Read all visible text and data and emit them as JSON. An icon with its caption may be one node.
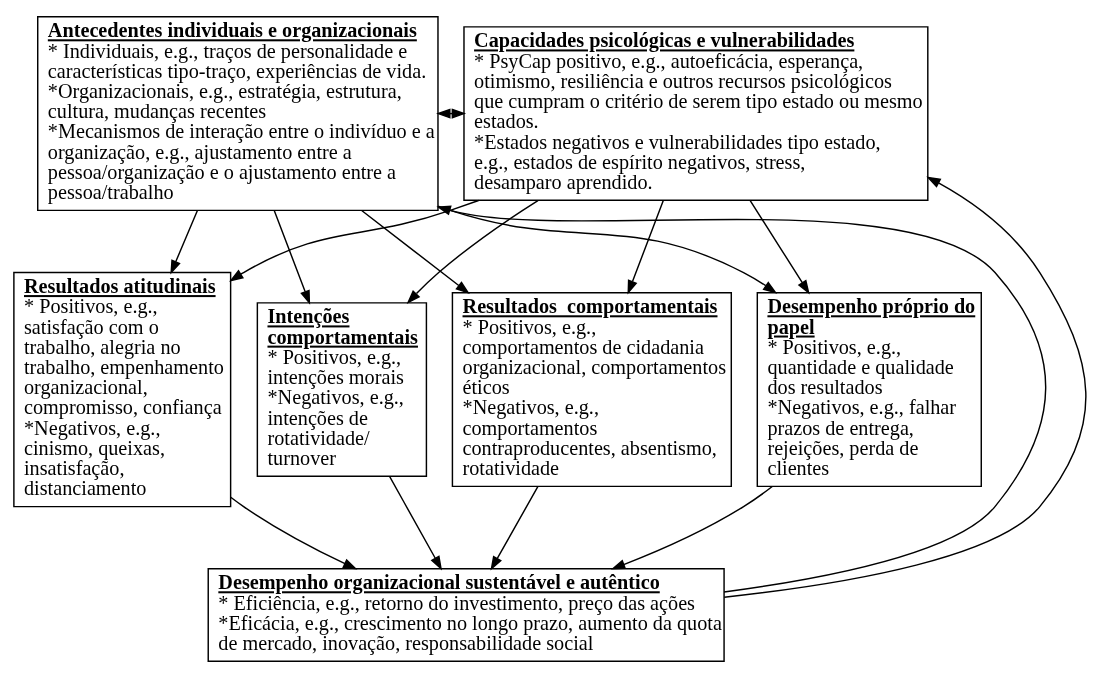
{
  "diagram": {
    "nodes": [
      {
        "text": [
          "Antecedentes individuais e organizacionais",
          "* Individuais, e.g., traços de personalidade e características tipo-traço, experiências de vida.",
          "*Organizacionais, e.g., estratégia, estrutura, cultura, mudanças recentes",
          "*Mecanismos de interação entre o indivíduo e a organização, e.g., ajustamento entre a pessoa/organização e o ajustamento entre a pessoa/trabalho"
        ]
      },
      {
        "text": [
          "Capacidades psicológicas e vulnerabilidades",
          "* PsyCap positivo, e.g., autoeficácia, esperança, otimismo, resiliência e outros recursos psicológicos que cumpram o critério de serem tipo estado ou mesmo estados.",
          "*Estados negativos e vulnerabilidades tipo estado, e.g., estados de espírito negativos, stress, desamparo aprendido."
        ]
      },
      {
        "text": [
          "Resultados atitudinais",
          "* Positivos, e.g., satisfação com o trabalho, alegria no trabalho, empenhamento organizacional, compromisso, confiança",
          "*Negativos, e.g., cinismo, queixas, insatisfação, distanciamento"
        ]
      },
      {
        "text": [
          "Intenções comportamentais",
          "* Positivos, e.g., intenções morais",
          "*Negativos, e.g., intenções de rotatividade/ turnover"
        ]
      },
      {
        "text": [
          "Resultados  comportamentais",
          "* Positivos, e.g., comportamentos de cidadania organizacional, comportamentos éticos",
          "*Negativos, e.g., comportamentos contraproducentes, absentismo, rotatividade"
        ]
      },
      {
        "text": [
          "Desempenho próprio do papel",
          "* Positivos, e.g., quantidade e qualidade dos resultados",
          "*Negativos, e.g., falhar prazos de entrega, rejeições, perda de clientes"
        ]
      },
      {
        "text": [
          "Desempenho organizacional sustentável e autêntico",
          "* Eficiência, e.g., retorno do investimento, preço das ações",
          "*Eficácia, e.g., crescimento no longo prazo, aumento da quota de mercado, inovação, responsabilidade social"
        ]
      }
    ],
    "edges": [
      {
        "from": 0,
        "to": 1,
        "arrow": "both"
      },
      {
        "from": 0,
        "to": 2,
        "arrow": "to"
      },
      {
        "from": 0,
        "to": 3,
        "arrow": "to"
      },
      {
        "from": 0,
        "to": 4,
        "arrow": "to"
      },
      {
        "from": 0,
        "to": 5,
        "arrow": "to"
      },
      {
        "from": 1,
        "to": 2,
        "arrow": "to"
      },
      {
        "from": 1,
        "to": 3,
        "arrow": "to"
      },
      {
        "from": 1,
        "to": 4,
        "arrow": "to"
      },
      {
        "from": 1,
        "to": 5,
        "arrow": "to"
      },
      {
        "from": 2,
        "to": 6,
        "arrow": "to"
      },
      {
        "from": 3,
        "to": 6,
        "arrow": "to"
      },
      {
        "from": 4,
        "to": 6,
        "arrow": "to"
      },
      {
        "from": 5,
        "to": 6,
        "arrow": "to"
      },
      {
        "from": 6,
        "to": 0,
        "arrow": "to"
      },
      {
        "from": 6,
        "to": 1,
        "arrow": "to"
      }
    ]
  }
}
